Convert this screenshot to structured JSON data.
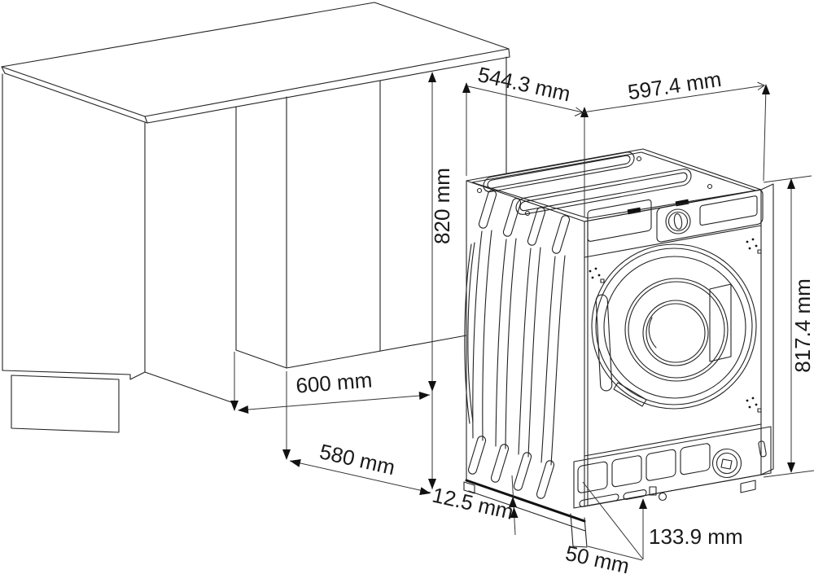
{
  "diagram": {
    "background": "#ffffff",
    "line_color": "#222222",
    "dimensions": {
      "depth_top": "544.3 mm",
      "width": "597.4 mm",
      "niche_height": "820 mm",
      "height": "817.4 mm",
      "depth_600": "600 mm",
      "depth_580": "580 mm",
      "gap_12_5": "12.5 mm",
      "foot_50": "50 mm",
      "plinth_133_9": "133.9 mm"
    }
  }
}
